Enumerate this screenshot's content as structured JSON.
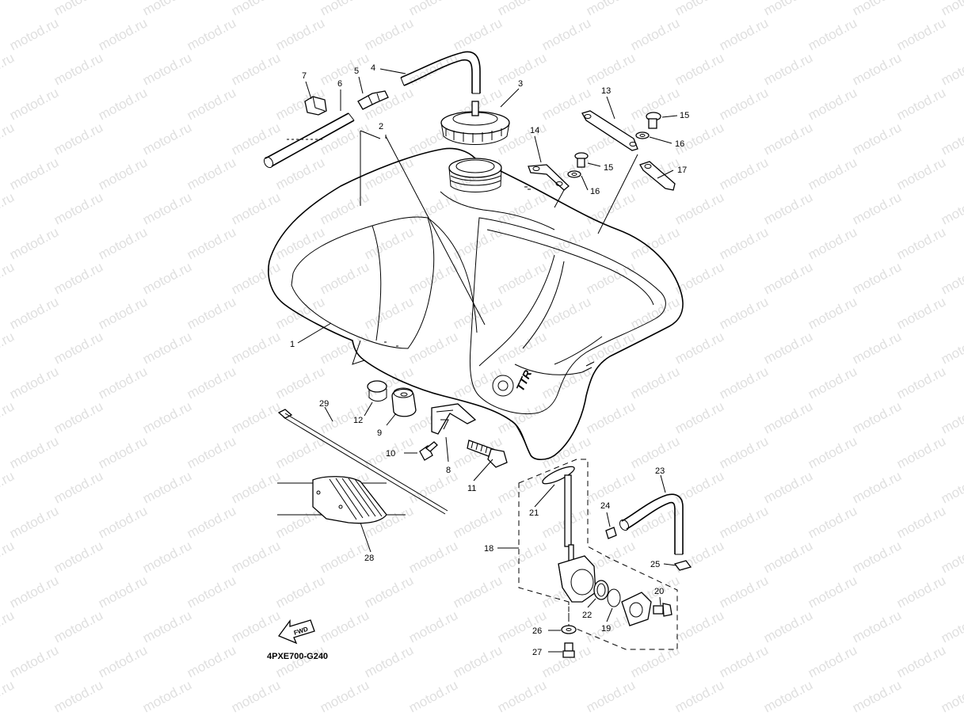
{
  "watermark": "motod.ru",
  "diagram_code": "4PXE700-G240",
  "fwd_label": "FWD",
  "callouts": [
    "1",
    "2",
    "3",
    "4",
    "5",
    "6",
    "7",
    "8",
    "9",
    "10",
    "11",
    "12",
    "13",
    "14",
    "15",
    "15",
    "16",
    "16",
    "17",
    "18",
    "19",
    "20",
    "21",
    "22",
    "23",
    "24",
    "25",
    "26",
    "27",
    "28",
    "29"
  ],
  "tank_badge": "TTR"
}
